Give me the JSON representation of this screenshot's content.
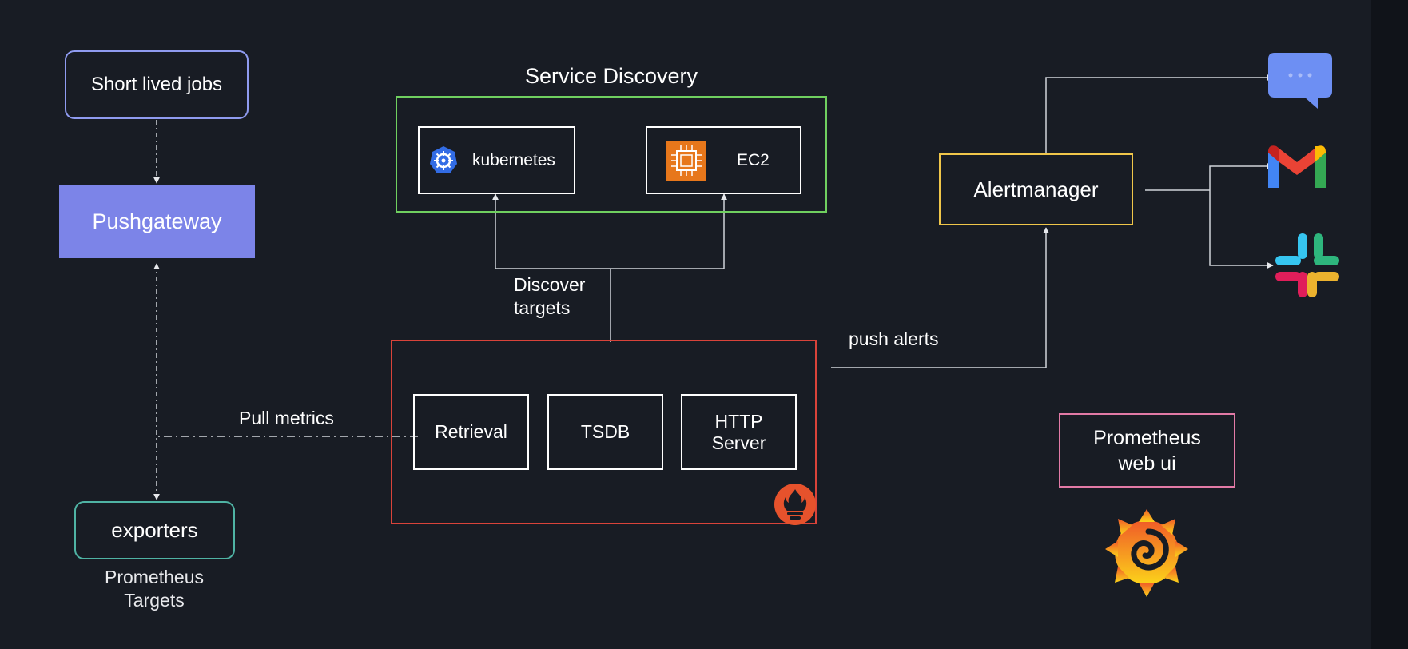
{
  "nodes": {
    "short_lived_jobs": "Short lived jobs",
    "pushgateway": "Pushgateway",
    "exporters": "exporters",
    "prometheus_targets": "Prometheus\nTargets",
    "service_discovery_title": "Service Discovery",
    "kubernetes": "kubernetes",
    "ec2": "EC2",
    "retrieval": "Retrieval",
    "tsdb": "TSDB",
    "http_server": "HTTP\nServer",
    "alertmanager": "Alertmanager",
    "prometheus_web_ui": "Prometheus\nweb ui"
  },
  "edges": {
    "discover_targets": "Discover\ntargets",
    "pull_metrics": "Pull metrics",
    "push_alerts": "push alerts"
  },
  "icons": {
    "kubernetes": "kubernetes-helm-icon",
    "ec2": "aws-ec2-chip-icon",
    "prometheus": "prometheus-flame-icon",
    "chat": "chat-bubble-icon",
    "gmail": "gmail-icon",
    "slack": "slack-icon",
    "grafana": "grafana-icon"
  },
  "colors": {
    "background": "#181c24",
    "short_lived_jobs_border": "#8f9bf0",
    "pushgateway_fill": "#7c84e8",
    "exporters_border": "#4fb3a4",
    "service_discovery_border": "#6fcf5f",
    "prometheus_server_border": "#d9433a",
    "alertmanager_border": "#f0c64a",
    "web_ui_border": "#e27aa6",
    "inner_box_border": "#ffffff",
    "connector": "#cfd3da"
  }
}
